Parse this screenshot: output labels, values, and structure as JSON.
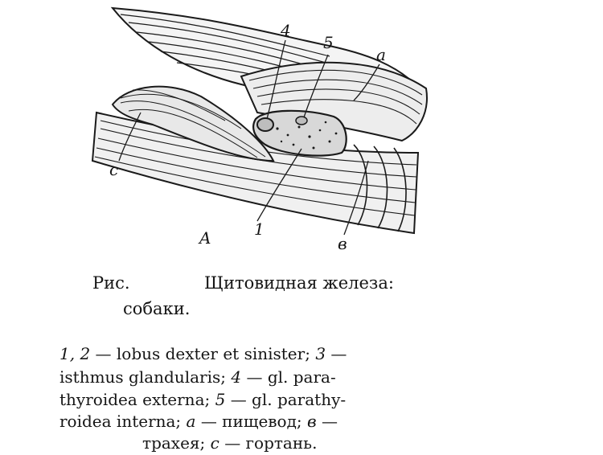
{
  "figure": {
    "labels": {
      "n4": "4",
      "n5": "5",
      "a": "a",
      "c": "c",
      "n1": "1",
      "v": "в",
      "A": "A"
    }
  },
  "caption": {
    "prefix": "Рис.",
    "title": "Щитовидная железа:",
    "subtitle": "собаки."
  },
  "legend": {
    "k12": "1, 2",
    "t12": "— lobus  dexter et  sinister;",
    "k3": "3",
    "t3": "—",
    "t3b": "isthmus  glandularis;",
    "k4": "4",
    "t4": "— gl. para-",
    "t4b": "thyroidea  externa;",
    "k5": "5",
    "t5": "— gl.  parathy-",
    "t5b": "roidea  interna;",
    "ka": "а",
    "ta": "— пищевод;",
    "kv": "в",
    "tv": "—",
    "tvb": "трахея;",
    "kc": "с",
    "tc": "— гортань."
  }
}
